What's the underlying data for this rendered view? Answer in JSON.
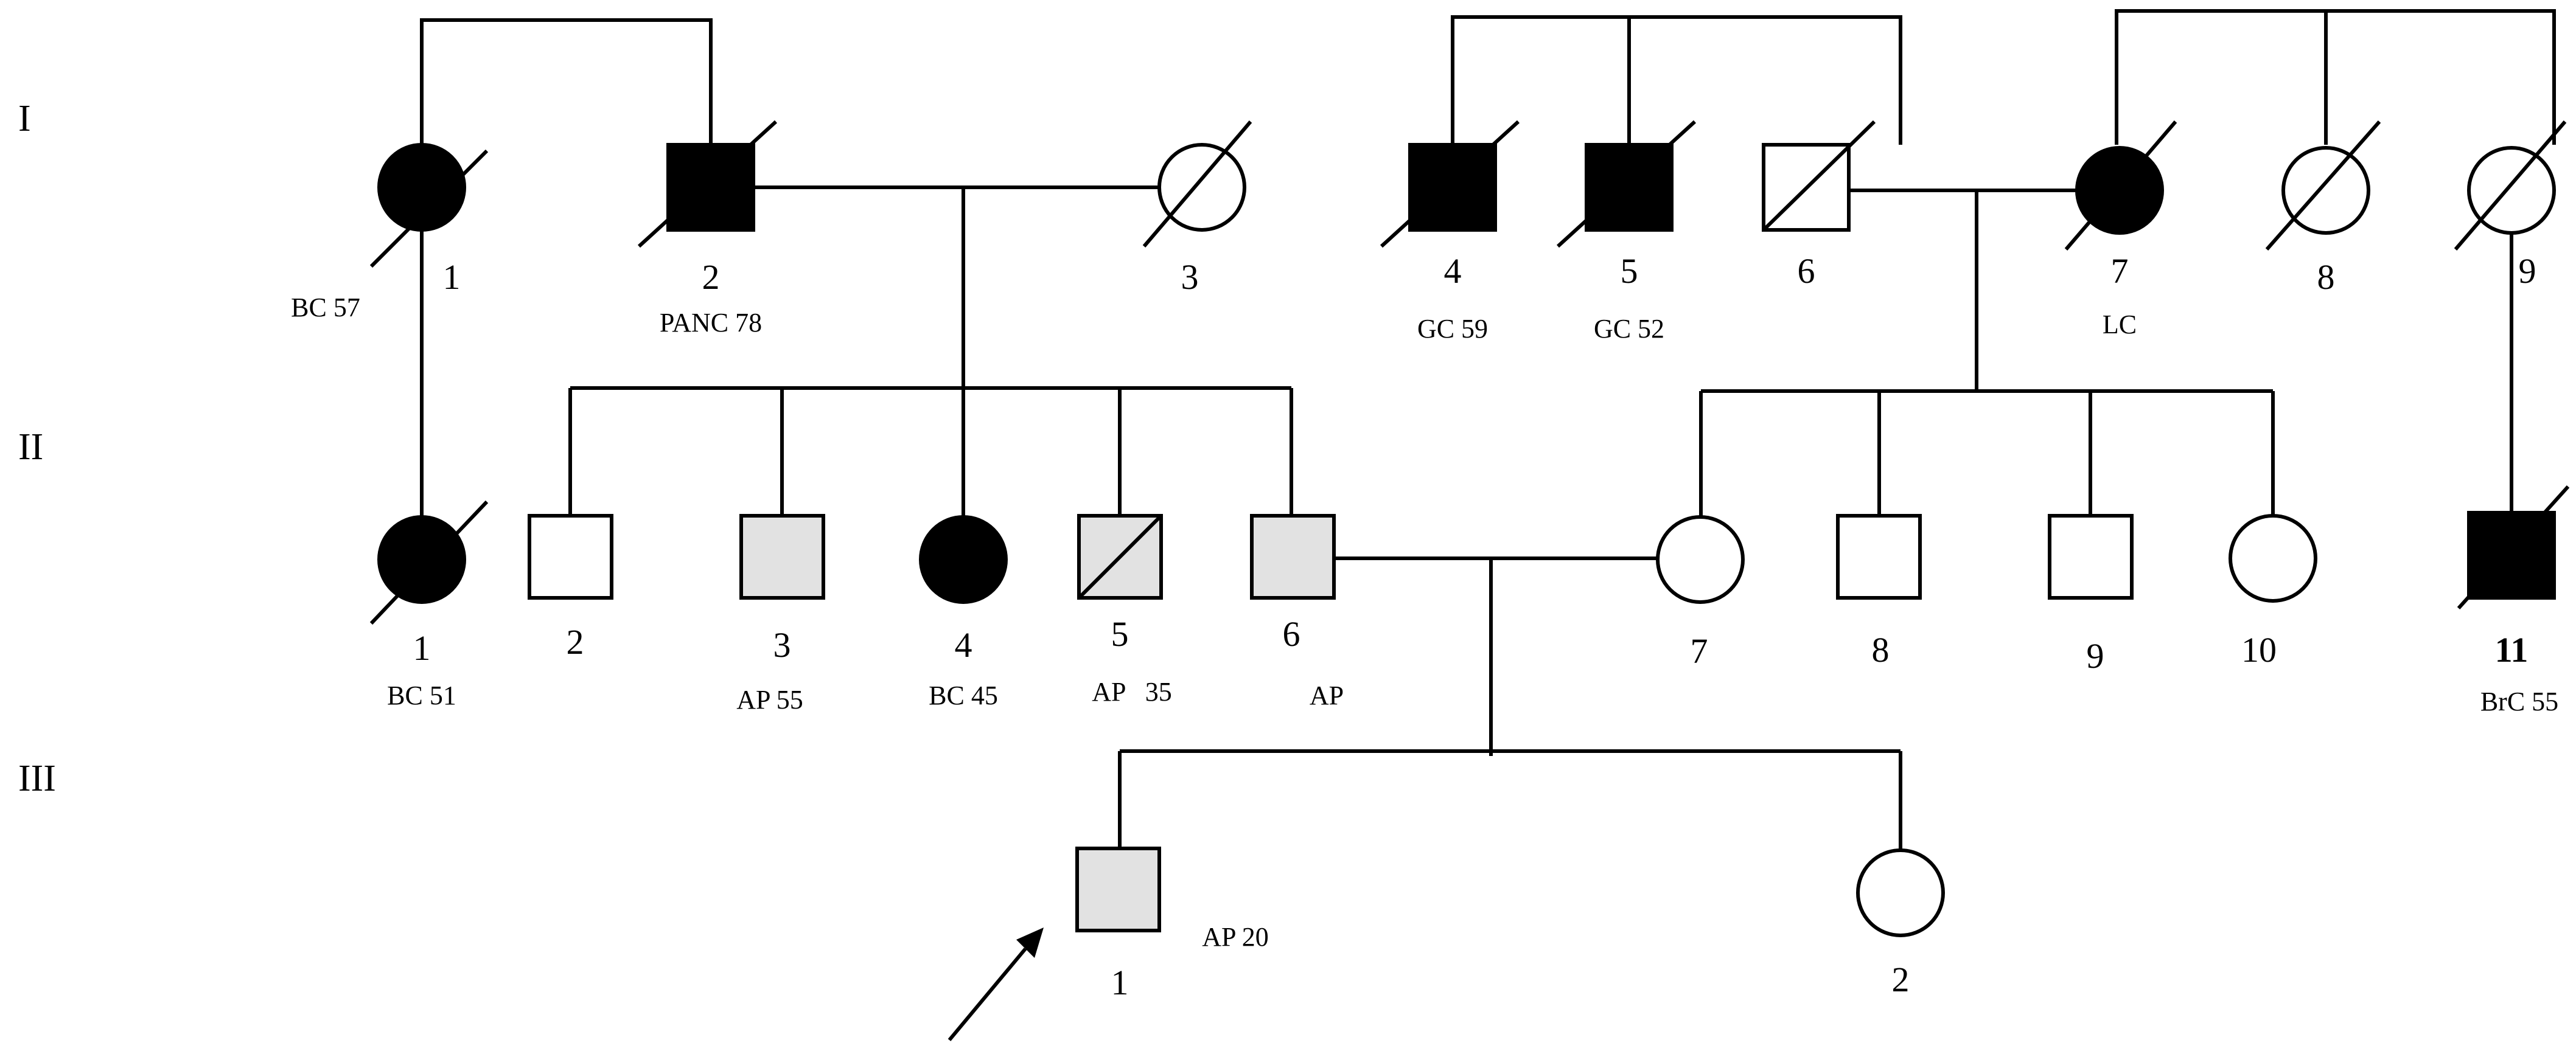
{
  "generations": [
    "I",
    "II",
    "III"
  ],
  "colors": {
    "affected": "#000000",
    "ap_carrier": "#e2e2e2",
    "unaffected": "#ffffff",
    "line": "#000000"
  },
  "individuals": {
    "I-1": {
      "number": "1",
      "sex": "female",
      "status": "affected",
      "deceased": true,
      "annotation": "BC 57"
    },
    "I-2": {
      "number": "2",
      "sex": "male",
      "status": "affected",
      "deceased": true,
      "annotation": "PANC 78"
    },
    "I-3": {
      "number": "3",
      "sex": "female",
      "status": "unaffected",
      "deceased": true,
      "annotation": ""
    },
    "I-4": {
      "number": "4",
      "sex": "male",
      "status": "affected",
      "deceased": true,
      "annotation": "GC 59"
    },
    "I-5": {
      "number": "5",
      "sex": "male",
      "status": "affected",
      "deceased": true,
      "annotation": "GC 52"
    },
    "I-6": {
      "number": "6",
      "sex": "male",
      "status": "unaffected",
      "deceased": true,
      "annotation": ""
    },
    "I-7": {
      "number": "7",
      "sex": "female",
      "status": "affected",
      "deceased": true,
      "annotation": "LC"
    },
    "I-8": {
      "number": "8",
      "sex": "female",
      "status": "unaffected",
      "deceased": true,
      "annotation": ""
    },
    "I-9": {
      "number": "9",
      "sex": "female",
      "status": "unaffected",
      "deceased": true,
      "annotation": ""
    },
    "II-1": {
      "number": "1",
      "sex": "female",
      "status": "affected",
      "deceased": true,
      "annotation": "BC 51"
    },
    "II-2": {
      "number": "2",
      "sex": "male",
      "status": "unaffected",
      "deceased": false,
      "annotation": ""
    },
    "II-3": {
      "number": "3",
      "sex": "male",
      "status": "ap",
      "deceased": false,
      "annotation": "AP 55"
    },
    "II-4": {
      "number": "4",
      "sex": "female",
      "status": "affected",
      "deceased": false,
      "annotation": "BC 45"
    },
    "II-5": {
      "number": "5",
      "sex": "male",
      "status": "ap",
      "deceased": true,
      "annotation": "AP   35"
    },
    "II-6": {
      "number": "6",
      "sex": "male",
      "status": "ap",
      "deceased": false,
      "annotation": "AP"
    },
    "II-7": {
      "number": "7",
      "sex": "female",
      "status": "unaffected",
      "deceased": false,
      "annotation": ""
    },
    "II-8": {
      "number": "8",
      "sex": "male",
      "status": "unaffected",
      "deceased": false,
      "annotation": ""
    },
    "II-9": {
      "number": "9",
      "sex": "male",
      "status": "unaffected",
      "deceased": false,
      "annotation": ""
    },
    "II-10": {
      "number": "10",
      "sex": "female",
      "status": "unaffected",
      "deceased": false,
      "annotation": ""
    },
    "II-11": {
      "number": "11",
      "sex": "male",
      "status": "affected",
      "deceased": true,
      "annotation": "BrC 55"
    },
    "III-1": {
      "number": "1",
      "sex": "male",
      "status": "ap",
      "deceased": false,
      "proband": true,
      "annotation": "AP 20"
    },
    "III-2": {
      "number": "2",
      "sex": "female",
      "status": "unaffected",
      "deceased": false,
      "annotation": ""
    }
  }
}
